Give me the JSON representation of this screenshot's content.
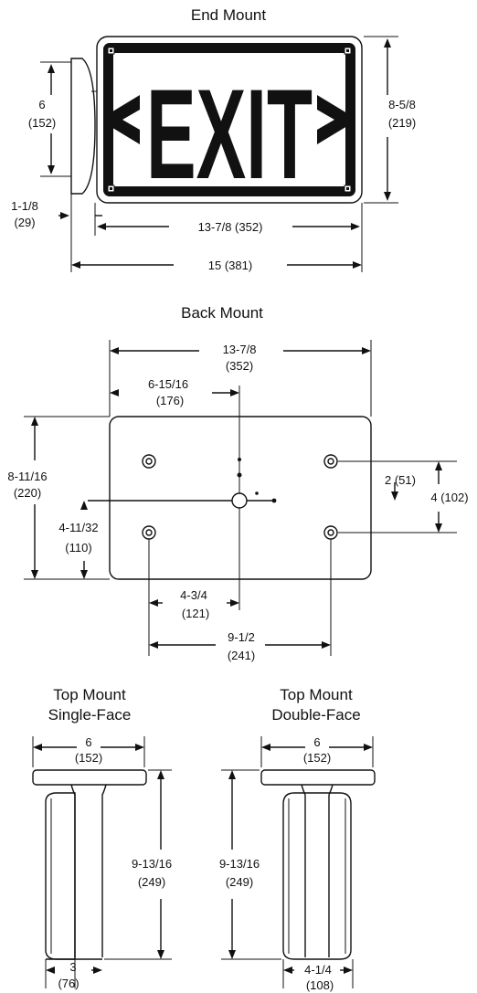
{
  "end_mount": {
    "title": "End Mount",
    "sign_text": "EXIT",
    "dims": {
      "height_in": "8-5/8",
      "height_mm": "(219)",
      "canopy_in": "6",
      "canopy_mm": "(152)",
      "depth_in": "1-1/8",
      "depth_mm": "(29)",
      "face_width": "13-7/8 (352)",
      "overall_width": "15 (381)"
    }
  },
  "back_mount": {
    "title": "Back Mount",
    "dims": {
      "width_in": "13-7/8",
      "width_mm": "(352)",
      "center_in": "6-15/16",
      "center_mm": "(176)",
      "height_in": "8-11/16",
      "height_mm": "(220)",
      "half_height_in": "4-11/32",
      "half_height_mm": "(110)",
      "hole_small": "2 (51)",
      "hole_vertical": "4 (102)",
      "hole_half_in": "4-3/4",
      "hole_half_mm": "(121)",
      "hole_span_in": "9-1/2",
      "hole_span_mm": "(241)"
    }
  },
  "top_single": {
    "title_line1": "Top Mount",
    "title_line2": "Single-Face",
    "dims": {
      "canopy_in": "6",
      "canopy_mm": "(152)",
      "height_in": "9-13/16",
      "height_mm": "(249)",
      "depth_in": "3",
      "depth_mm": "(76)"
    }
  },
  "top_double": {
    "title_line1": "Top Mount",
    "title_line2": "Double-Face",
    "dims": {
      "canopy_in": "6",
      "canopy_mm": "(152)",
      "height_in": "9-13/16",
      "height_mm": "(249)",
      "depth_in": "4-1/4",
      "depth_mm": "(108)"
    }
  }
}
